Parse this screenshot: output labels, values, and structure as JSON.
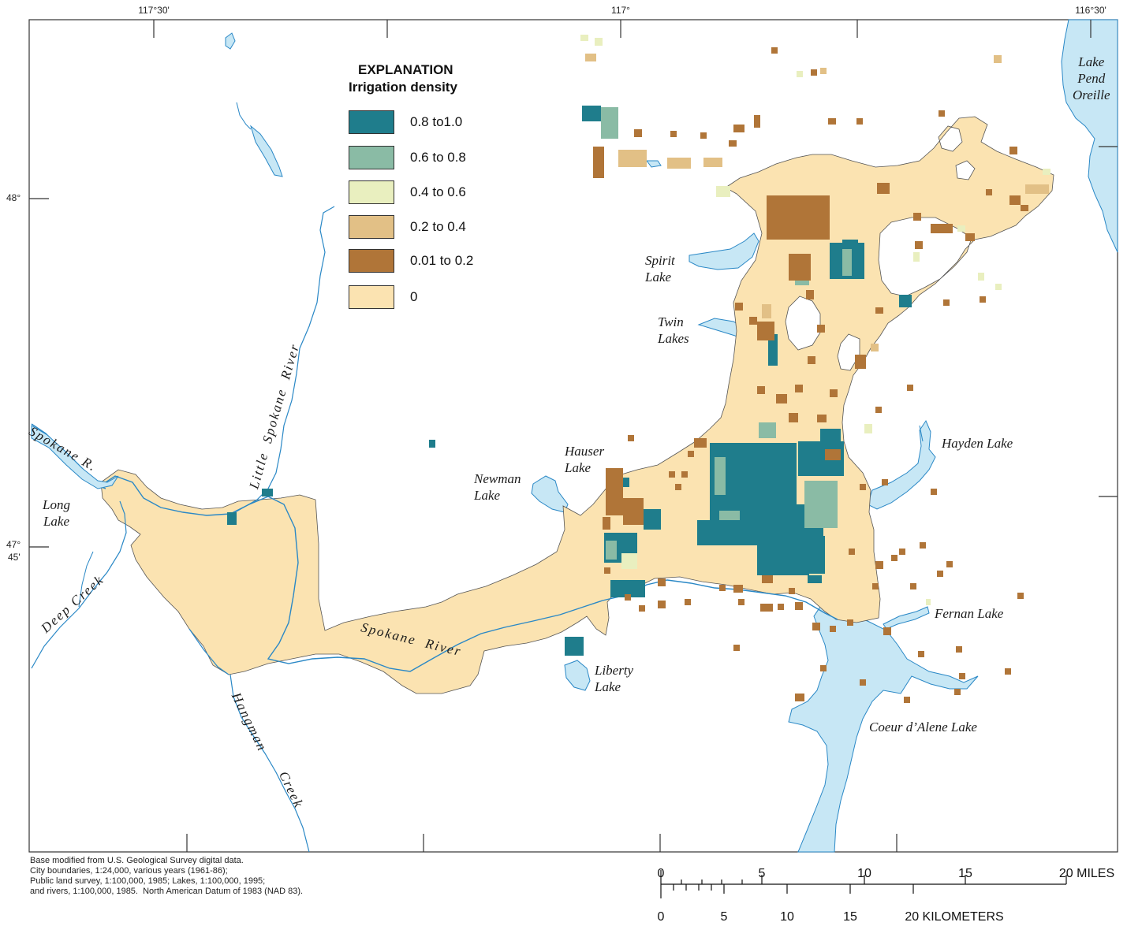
{
  "longitude_labels": [
    "117°30'",
    "117°",
    "116°30'"
  ],
  "latitude_labels": [
    "48°",
    "47°",
    "45'"
  ],
  "legend": {
    "title": "EXPLANATION",
    "subtitle": "Irrigation density",
    "items": [
      {
        "label": "0.8 to1.0",
        "color": "#1f7d8c"
      },
      {
        "label": "0.6 to 0.8",
        "color": "#8abba5"
      },
      {
        "label": "0.4 to 0.6",
        "color": "#e9efbf"
      },
      {
        "label": "0.2 to 0.4",
        "color": "#e2c086"
      },
      {
        "label": "0.01 to 0.2",
        "color": "#b07538"
      },
      {
        "label": "0",
        "color": "#fbe3b1"
      }
    ]
  },
  "places": {
    "lake_pend_oreille": "Lake\nPend\nOreille",
    "spirit_lake": "Spirit\nLake",
    "twin_lakes": "Twin\nLakes",
    "hayden_lake": "Hayden Lake",
    "hauser_lake": "Hauser\nLake",
    "newman_lake": "Newman\nLake",
    "long_lake": "Long\nLake",
    "fernan_lake": "Fernan Lake",
    "liberty_lake": "Liberty\nLake",
    "coeur_dalene_lake": "Coeur d’Alene Lake"
  },
  "rivers": {
    "spokane_r": "Spokane R.",
    "little_spokane": "Little  Spokane  River",
    "deep_creek": "Deep Creek",
    "spokane_river": "Spokane  River",
    "hangman": "Hangman",
    "creek": "Creek"
  },
  "colors": {
    "water": "#c7e7f5",
    "water_line": "#2a88c6",
    "frame": "#333333"
  },
  "credits": "Base modified from U.S. Geological Survey digital data.\nCity boundaries, 1:24,000, various years (1961-86);\nPublic land survey, 1:100,000, 1985; Lakes, 1:100,000, 1995;\nand rivers, 1:100,000, 1985.  North American Datum of 1983 (NAD 83).",
  "scale": {
    "miles": [
      "0",
      "5",
      "10",
      "15",
      "20 MILES"
    ],
    "kilometers": [
      "0",
      "5",
      "10",
      "15",
      "20 KILOMETERS"
    ]
  }
}
